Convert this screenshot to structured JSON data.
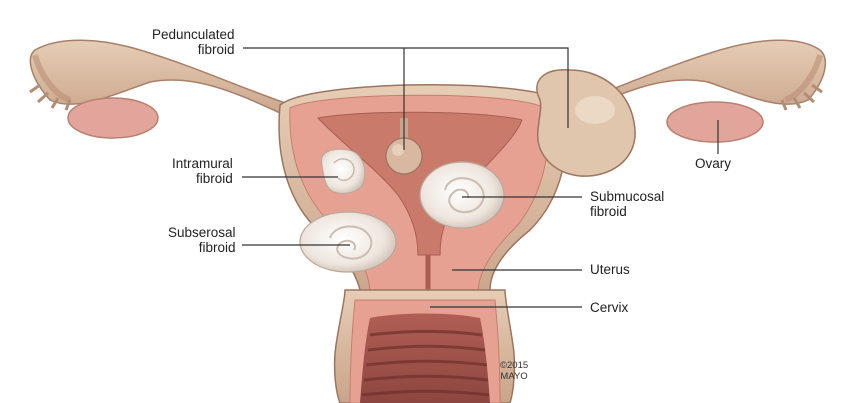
{
  "labels": {
    "pedunculated": [
      "Pedunculated",
      "fibroid"
    ],
    "intramural": [
      "Intramural",
      "fibroid"
    ],
    "subserosal": [
      "Subserosal",
      "fibroid"
    ],
    "submucosal": [
      "Submucosal",
      "fibroid"
    ],
    "ovary": "Ovary",
    "uterus": "Uterus",
    "cervix": "Cervix"
  },
  "credit": [
    "©2015",
    "MAYO"
  ],
  "colors": {
    "tissue_outer": "#dcc0a5",
    "tissue_shadow": "#b98f77",
    "tissue_pink": "#e7a193",
    "cavity": "#c97a6b",
    "fibroid": "#f1ece6",
    "leader_line": "#333333"
  }
}
